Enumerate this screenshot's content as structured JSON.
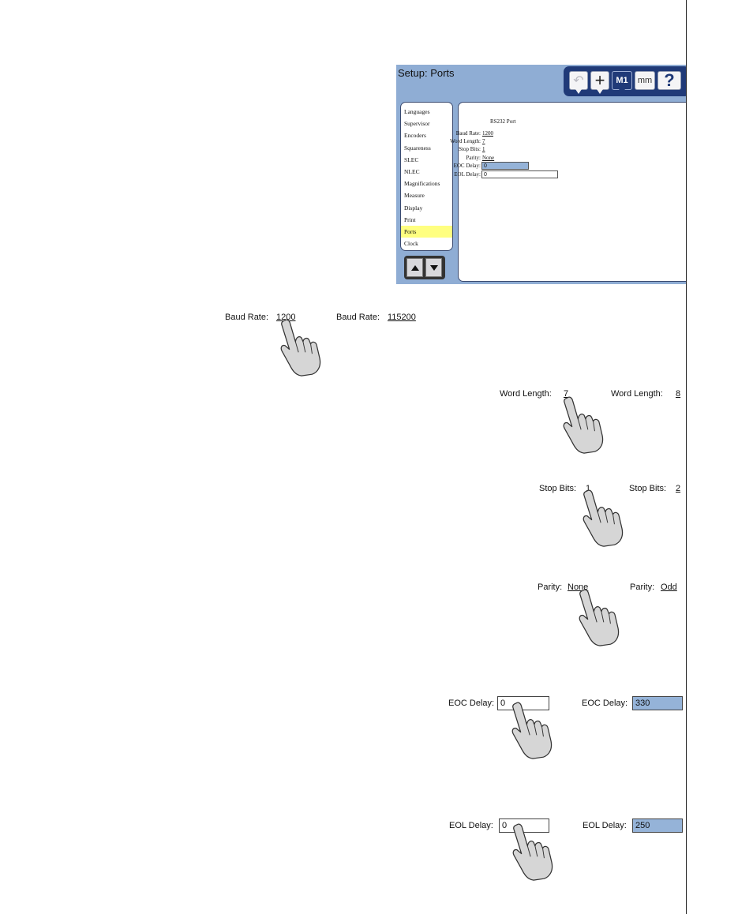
{
  "screen": {
    "title": "Setup: Ports",
    "toolbar": {
      "undo": "↶",
      "plus": "+",
      "m1": "M1",
      "mm": "mm",
      "help": "?"
    },
    "menu": [
      {
        "label": "Languages"
      },
      {
        "label": "Supervisor"
      },
      {
        "label": "Encoders"
      },
      {
        "label": "Squareness"
      },
      {
        "label": "SLEC"
      },
      {
        "label": "NLEC"
      },
      {
        "label": "Magnifications"
      },
      {
        "label": "Measure"
      },
      {
        "label": "Display"
      },
      {
        "label": "Print"
      },
      {
        "label": "Ports",
        "selected": true
      },
      {
        "label": "Clock"
      }
    ],
    "ports": {
      "heading": "RS232 Port",
      "baud_label": "Baud Rate:",
      "baud_value": "1200",
      "word_label": "Word Length:",
      "word_value": "7",
      "stop_label": "Stop Bits:",
      "stop_value": "1",
      "parity_label": "Parity:",
      "parity_value": "None",
      "eoc_label": "EOC Delay:",
      "eoc_value": "0",
      "eol_label": "EOL Delay:",
      "eol_value": "0"
    }
  },
  "examples": {
    "baud": {
      "label": "Baud Rate:",
      "before": "1200",
      "after": "115200"
    },
    "word": {
      "label": "Word Length:",
      "before": "7",
      "after": "8"
    },
    "stop": {
      "label": "Stop Bits:",
      "before": "1",
      "after": "2"
    },
    "parity": {
      "label": "Parity:",
      "before": "None",
      "after": "Odd"
    },
    "eoc": {
      "label": "EOC Delay:",
      "before": "0",
      "after": "330"
    },
    "eol": {
      "label": "EOL Delay:",
      "before": "0",
      "after": "250"
    }
  },
  "colors": {
    "screen_bg": "#8fadd4",
    "toolbar_bg": "#203a78",
    "selected": "#ffff80",
    "field_active": "#95b3d8"
  }
}
